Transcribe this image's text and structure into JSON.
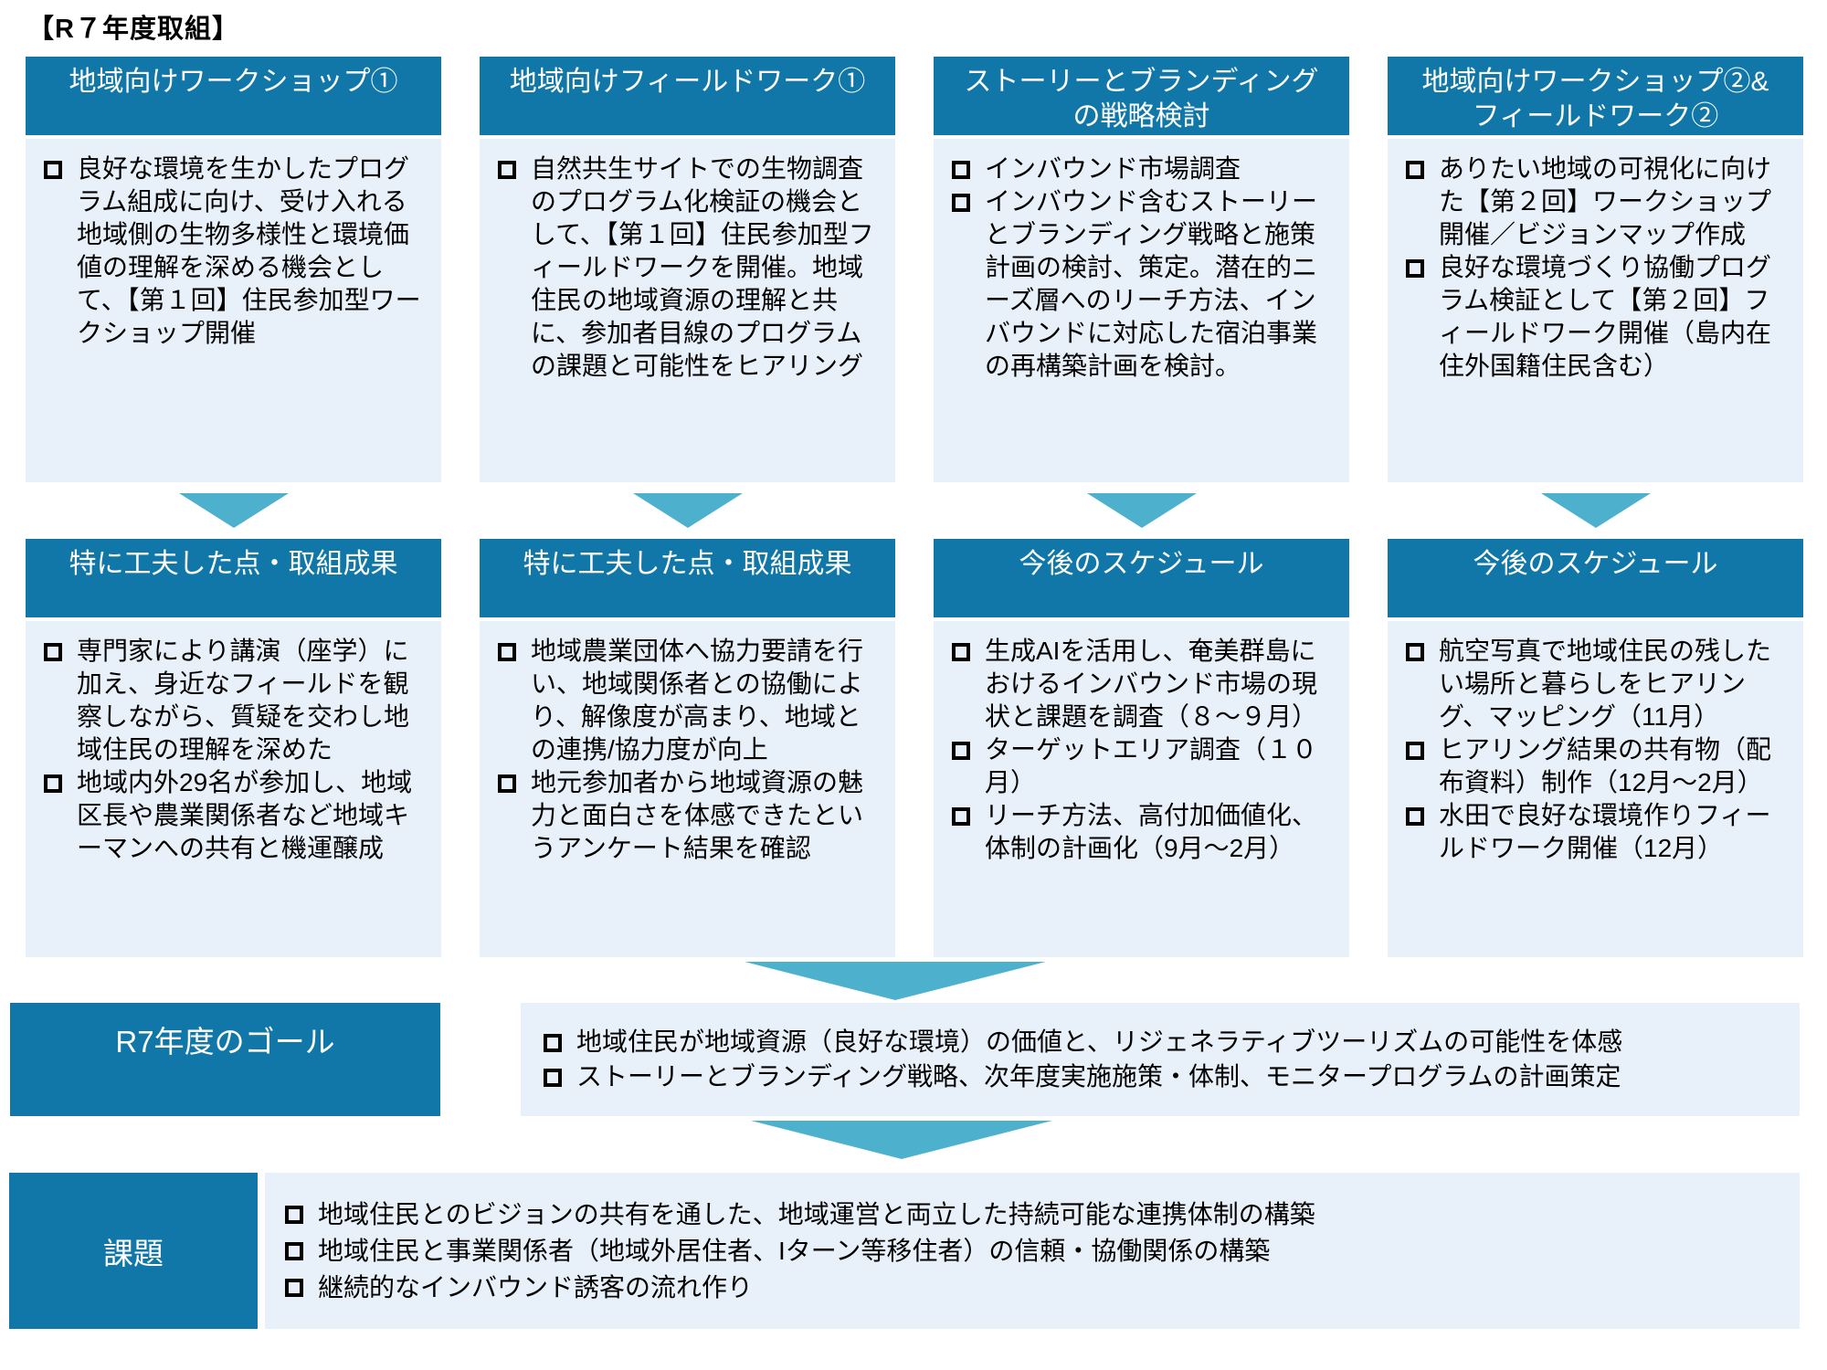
{
  "title": "【R７年度取組】",
  "colors": {
    "header_bg": "#1177A8",
    "panel_bg": "#E8F1FA",
    "arrow": "#4DB1CE",
    "header_text": "#FFFFFF",
    "body_text": "#000000"
  },
  "columns": [
    {
      "top": {
        "header_lines": [
          "地域向けワークショップ①"
        ],
        "bullets": [
          "良好な環境を生かしたプログラム組成に向け、受け入れる地域側の生物多様性と環境価値の理解を深める機会として、【第１回】住民参加型ワークショップ開催"
        ]
      },
      "bottom": {
        "header_lines": [
          "特に工夫した点・取組成果"
        ],
        "bullets": [
          "専門家により講演（座学）に加え、身近なフィールドを観察しながら、質疑を交わし地域住民の理解を深めた",
          "地域内外29名が参加し、地域区長や農業関係者など地域キーマンへの共有と機運醸成"
        ]
      }
    },
    {
      "top": {
        "header_lines": [
          "地域向けフィールドワーク①"
        ],
        "bullets": [
          "自然共生サイトでの生物調査のプログラム化検証の機会として、【第１回】住民参加型フィールドワークを開催。地域住民の地域資源の理解と共に、参加者目線のプログラムの課題と可能性をヒアリング"
        ]
      },
      "bottom": {
        "header_lines": [
          "特に工夫した点・取組成果"
        ],
        "bullets": [
          "地域農業団体へ協力要請を行い、地域関係者との協働により、解像度が高まり、地域との連携/協力度が向上",
          "地元参加者から地域資源の魅力と面白さを体感できたというアンケート結果を確認"
        ]
      }
    },
    {
      "top": {
        "header_lines": [
          "ストーリーとブランディング",
          "の戦略検討"
        ],
        "bullets": [
          "インバウンド市場調査",
          "インバウンド含むストーリーとブランディング戦略と施策計画の検討、策定。潜在的ニーズ層へのリーチ方法、インバウンドに対応した宿泊事業の再構築計画を検討。"
        ]
      },
      "bottom": {
        "header_lines": [
          "今後のスケジュール"
        ],
        "bullets": [
          "生成AIを活用し、奄美群島におけるインバウンド市場の現状と課題を調査（８～９月）",
          "ターゲットエリア調査（１０月）",
          "リーチ方法、高付加価値化、体制の計画化（9月～2月）"
        ]
      }
    },
    {
      "top": {
        "header_lines": [
          "地域向けワークショップ②&",
          "フィールドワーク②"
        ],
        "bullets": [
          "ありたい地域の可視化に向けた【第２回】ワークショップ開催／ビジョンマップ作成",
          "良好な環境づくり協働プログラム検証として【第２回】フィールドワーク開催（島内在住外国籍住民含む）"
        ]
      },
      "bottom": {
        "header_lines": [
          "今後のスケジュール"
        ],
        "bullets": [
          "航空写真で地域住民の残したい場所と暮らしをヒアリング、マッピング（11月）",
          "ヒアリング結果の共有物（配布資料）制作（12月～2月）",
          "水田で良好な環境作りフィールドワーク開催（12月）"
        ]
      }
    }
  ],
  "goal": {
    "label": "R7年度のゴール",
    "bullets": [
      "地域住民が地域資源（良好な環境）の価値と、リジェネラティブツーリズムの可能性を体感",
      "ストーリーとブランディング戦略、次年度実施施策・体制、モニタープログラムの計画策定"
    ]
  },
  "issues": {
    "label": "課題",
    "bullets": [
      "地域住民とのビジョンの共有を通した、地域運営と両立した持続可能な連携体制の構築",
      "地域住民と事業関係者（地域外居住者、Iターン等移住者）の信頼・協働関係の構築",
      "継続的なインバウンド誘客の流れ作り"
    ]
  }
}
